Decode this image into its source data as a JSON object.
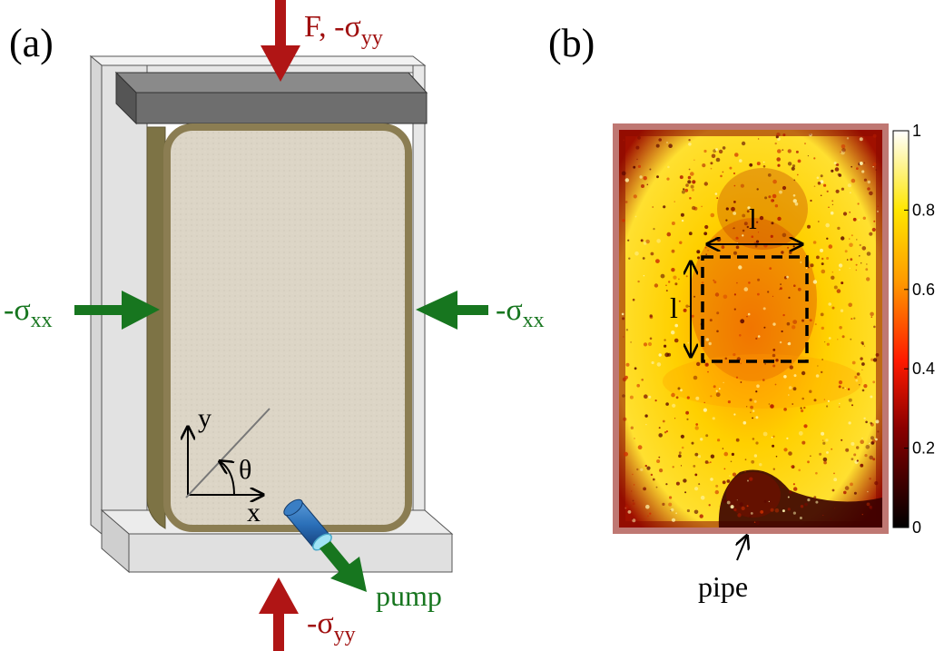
{
  "panels": {
    "a_label": "(a)",
    "b_label": "(b)"
  },
  "panel_a": {
    "force_top": {
      "prefix": "F, -σ",
      "sub": "yy"
    },
    "sigma_left": {
      "prefix": "-σ",
      "sub": "xx"
    },
    "sigma_right": {
      "prefix": "-σ",
      "sub": "xx"
    },
    "sigma_bottom": {
      "prefix": "-σ",
      "sub": "yy"
    },
    "pump_label": "pump",
    "axis_x": "x",
    "axis_y": "y",
    "angle": "θ",
    "colors": {
      "red_arrow": "#b01515",
      "green_arrow": "#17761f",
      "green_text": "#17761f",
      "red_text": "#a01010",
      "frame": "#dcdcdc",
      "top_plate": "#6e6e6e",
      "sample": "#dcd5c6",
      "sample_border": "#8b7d52",
      "pipe": "#2a6fb8",
      "pipe_end": "#9fe3f5"
    }
  },
  "panel_b": {
    "length_top": "l",
    "length_left": "l",
    "pipe_label": "pipe",
    "colorbar": {
      "ticks": [
        "1",
        "0.8",
        "0.6",
        "0.4",
        "0.2",
        "0"
      ],
      "colormap": "hot"
    }
  }
}
